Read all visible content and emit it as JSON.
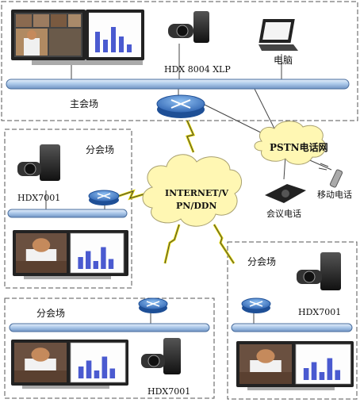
{
  "main_site": {
    "title": "主会场",
    "endpoint_label": "HDX 8004 XLP",
    "pc_label": "电脑",
    "monitor_title": "How Conference Room PCs Are Used"
  },
  "branch_sites": [
    {
      "title": "分会场",
      "endpoint_label": "HDX7001",
      "monitor_title": "How Conference Room PCs Are Used"
    },
    {
      "title": "分会场",
      "endpoint_label": "HDX7001",
      "monitor_title": "How Conference Room PCs Are Used"
    },
    {
      "title": "分会场",
      "endpoint_label": "HDX7001",
      "monitor_title": "How Conference Room PCs Are Used"
    }
  ],
  "networks": {
    "pstn_label": "PSTN电话网",
    "internet_label_line1": "INTERNET/V",
    "internet_label_line2": "PN/DDN"
  },
  "devices": {
    "conference_phone_label": "会议电话",
    "mobile_phone_label": "移动电话"
  },
  "colors": {
    "bus": "#a9c6e8",
    "router": "#3a78c8",
    "cloud": "#fff7b3",
    "cloud_stroke": "#a8a070",
    "link": "#cccc33"
  }
}
